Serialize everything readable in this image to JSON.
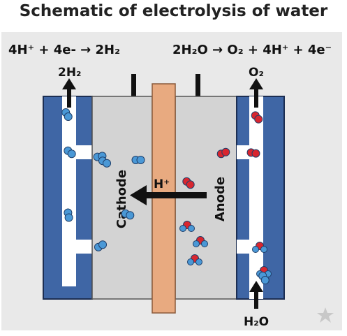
{
  "title": "Schematic of electrolysis of water",
  "equations": {
    "cathode_reaction": "4H⁺ + 4e- → 2H₂",
    "anode_reaction": "2H₂O → O₂ + 4H⁺ + 4e⁻"
  },
  "labels": {
    "h2_output": "2H₂",
    "o2_output": "O₂",
    "water_input": "H₂O",
    "proton": "H⁺",
    "cathode": "Cathode",
    "anode": "Anode"
  },
  "colors": {
    "plate_blue": "#3f66a5",
    "chamber_gray": "#d3d3d3",
    "membrane": "#e8aa80",
    "hydrogen_blue": "#4a98d6",
    "oxygen_red": "#d8262f",
    "arrow": "#111111"
  },
  "icons": {
    "corner": "star-icon"
  }
}
